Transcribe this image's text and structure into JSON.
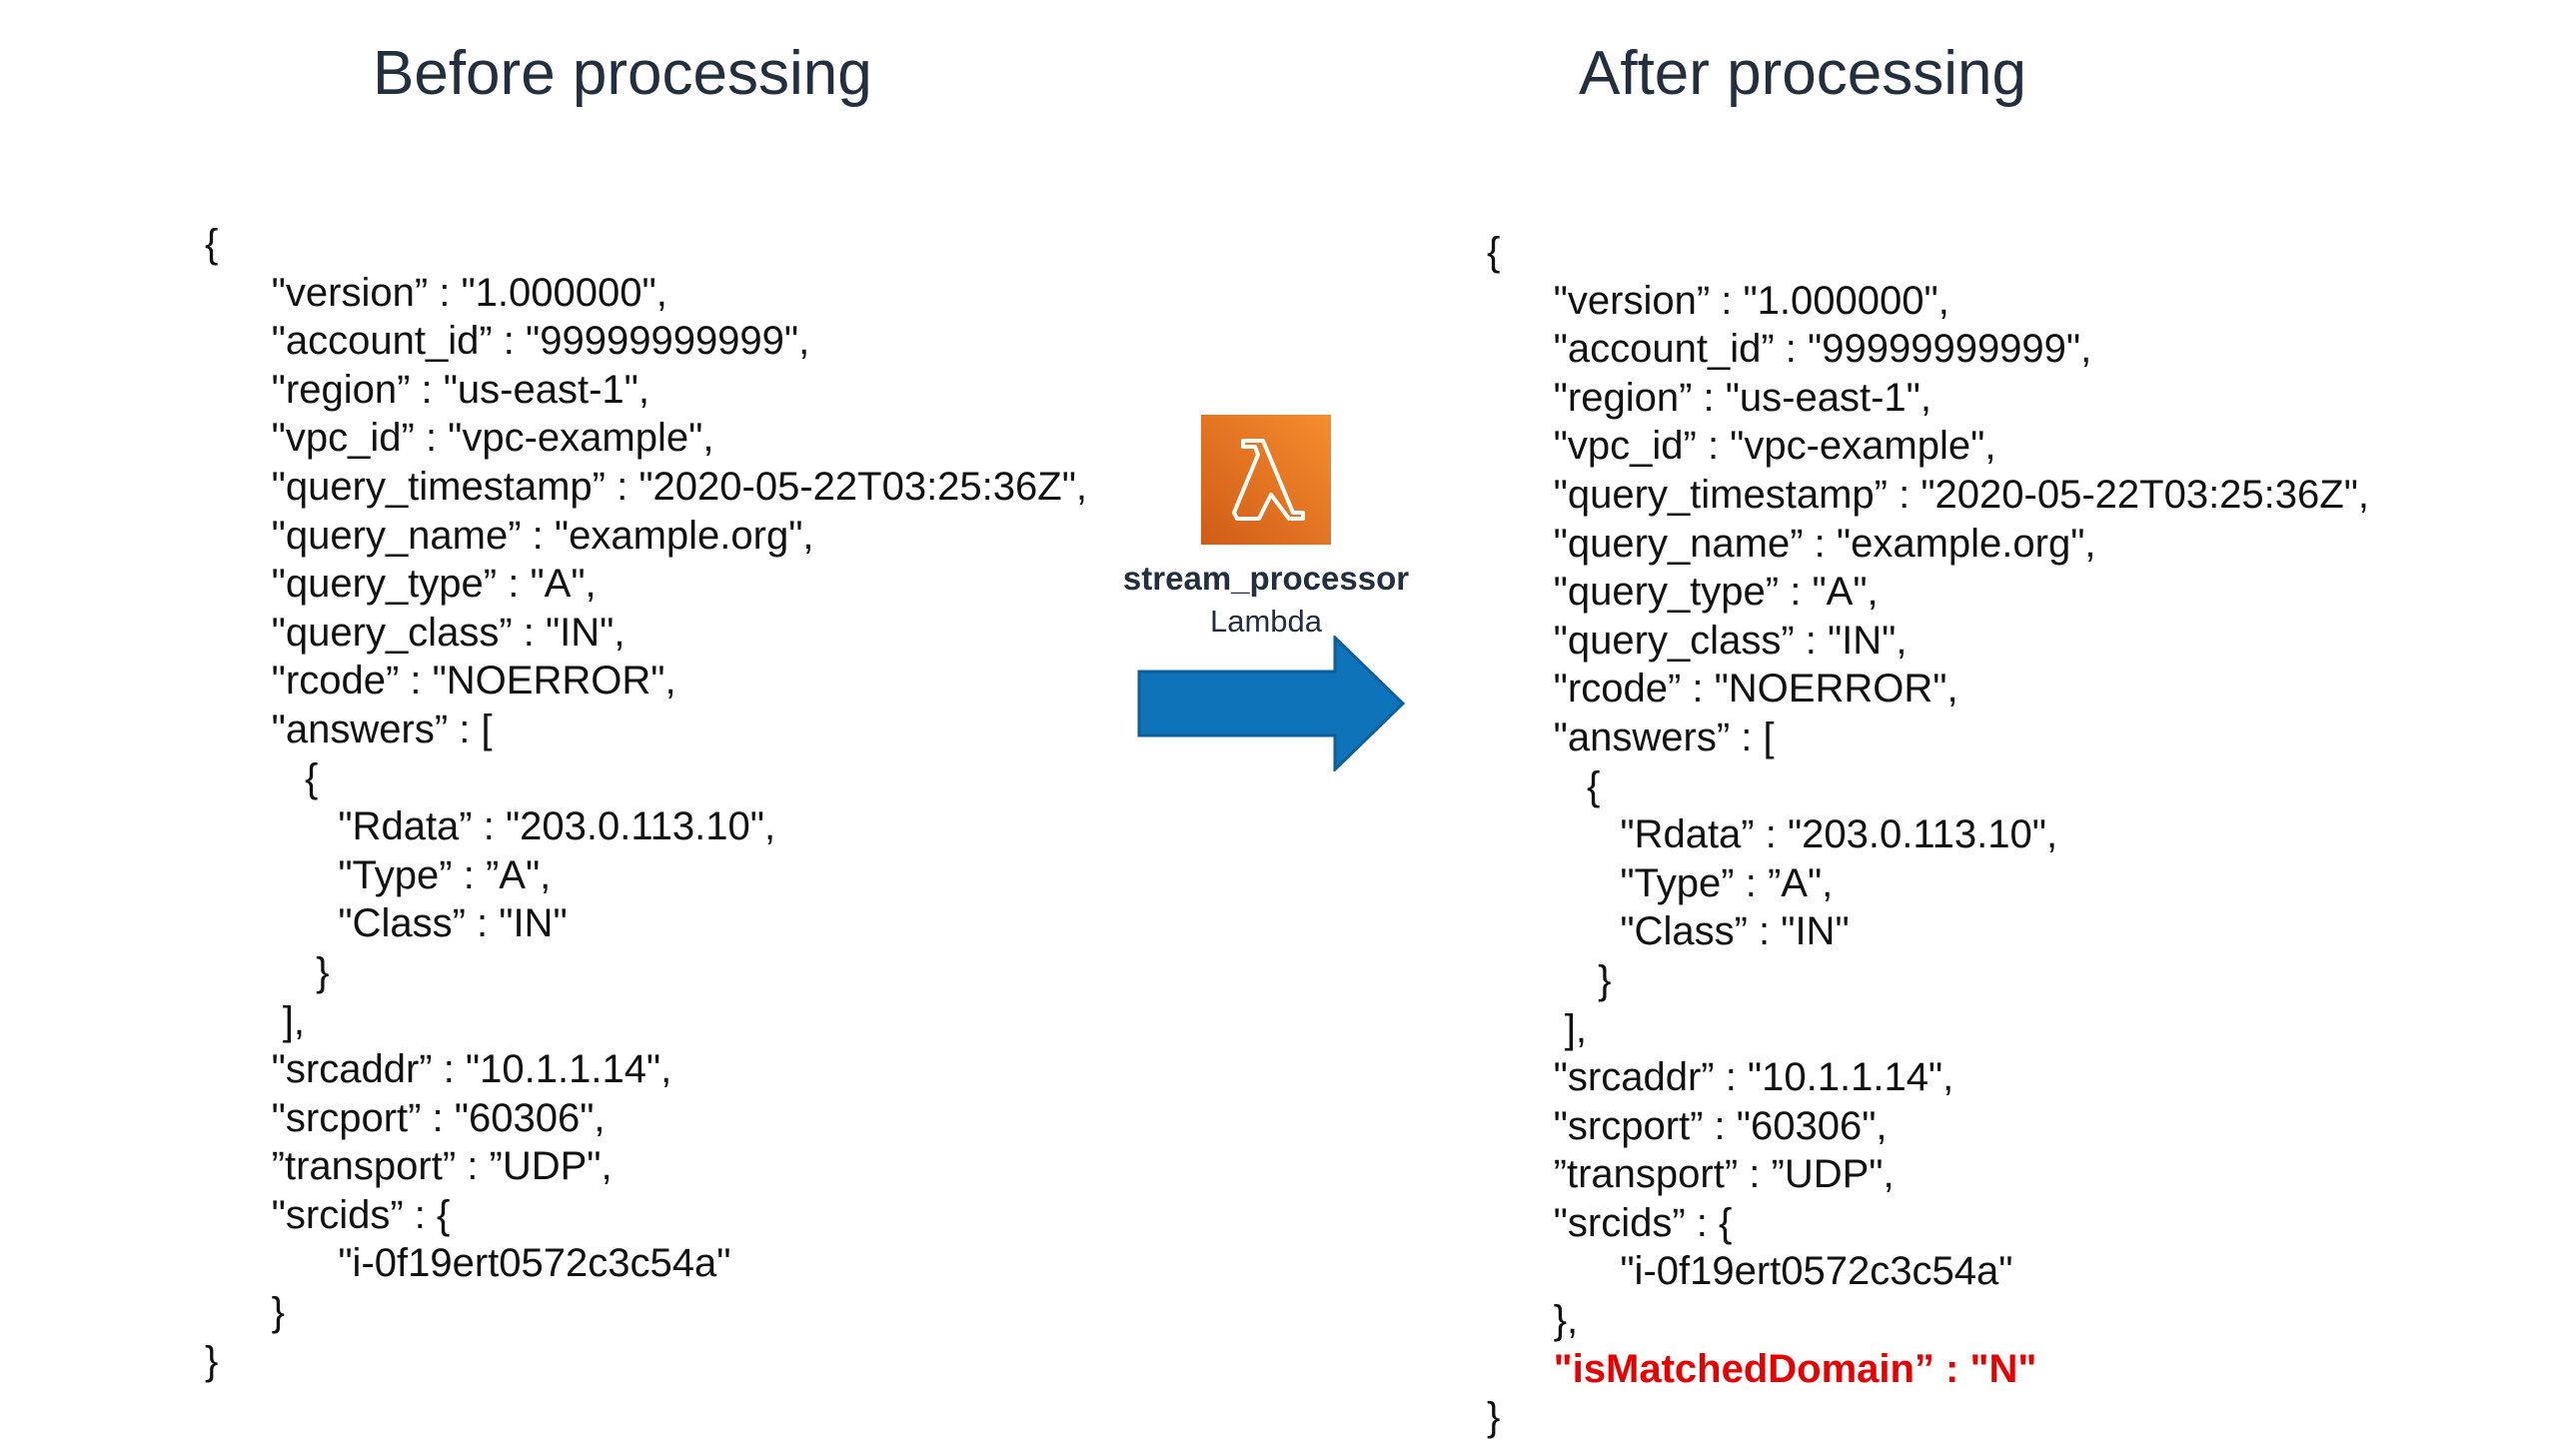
{
  "headings": {
    "before": "Before processing",
    "after": "After processing"
  },
  "lambda": {
    "name": "stream_processor",
    "type": "Lambda",
    "icon": "aws-lambda-icon",
    "icon_color": "#ed7d1c"
  },
  "arrow": {
    "icon": "right-arrow-icon",
    "color": "#0f73ba"
  },
  "before_json": [
    "{",
    "      \"version” : \"1.000000\",",
    "      \"account_id” : \"99999999999\",",
    "      \"region” : \"us-east-1\",",
    "      \"vpc_id” : \"vpc-example\",",
    "      \"query_timestamp” : \"2020-05-22T03:25:36Z\",",
    "      \"query_name” : \"example.org\",",
    "      \"query_type” : \"A\",",
    "      \"query_class” : \"IN\",",
    "      \"rcode” : \"NOERROR\",",
    "      \"answers” : [",
    "         {",
    "            \"Rdata” : \"203.0.113.10\",",
    "            \"Type” : ”A\",",
    "            \"Class” : \"IN\"",
    "          }",
    "       ],",
    "      \"srcaddr” : \"10.1.1.14\",",
    "      \"srcport” : \"60306\",",
    "      ”transport” : ”UDP\",",
    "      \"srcids” : {",
    "            \"i-0f19ert0572c3c54a\"",
    "      }",
    "}"
  ],
  "after_json": [
    "{",
    "      \"version” : \"1.000000\",",
    "      \"account_id” : \"99999999999\",",
    "      \"region” : \"us-east-1\",",
    "      \"vpc_id” : \"vpc-example\",",
    "      \"query_timestamp” : \"2020-05-22T03:25:36Z\",",
    "      \"query_name” : \"example.org\",",
    "      \"query_type” : \"A\",",
    "      \"query_class” : \"IN\",",
    "      \"rcode” : \"NOERROR\",",
    "      \"answers” : [",
    "         {",
    "            \"Rdata” : \"203.0.113.10\",",
    "            \"Type” : ”A\",",
    "            \"Class” : \"IN\"",
    "          }",
    "       ],",
    "      \"srcaddr” : \"10.1.1.14\",",
    "      \"srcport” : \"60306\",",
    "      ”transport” : ”UDP\",",
    "      \"srcids” : {",
    "            \"i-0f19ert0572c3c54a\"",
    "      },",
    "      \"isMatchedDomain” : \"N\"",
    "}"
  ],
  "highlight": {
    "line": "      \"isMatchedDomain” : \"N\"",
    "color": "#e60000"
  }
}
